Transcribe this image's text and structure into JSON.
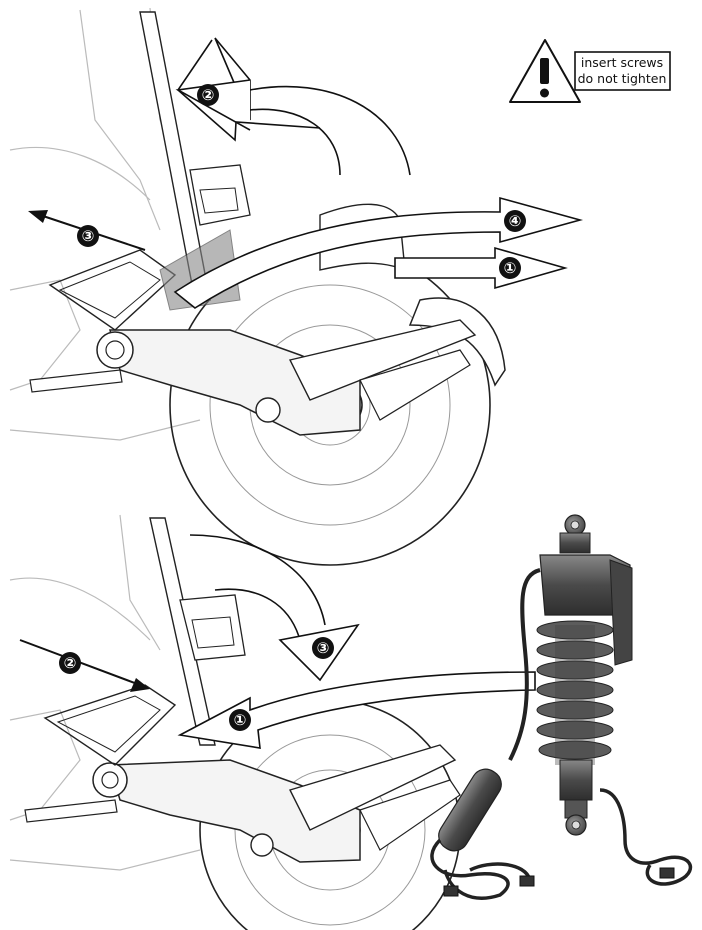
{
  "warning": {
    "icon": "warning-triangle-icon",
    "line1": "insert screws",
    "line2": "do not tighten"
  },
  "top_panel": {
    "step_labels": [
      "①",
      "②",
      "③",
      "④"
    ]
  },
  "bottom_panel": {
    "step_labels": [
      "①",
      "②",
      "③"
    ]
  },
  "colors": {
    "outline": "#111111",
    "light_part": "#f4f4f4",
    "shock_body": "#5a5a5a",
    "shock_spring": "#6e6e6e"
  }
}
